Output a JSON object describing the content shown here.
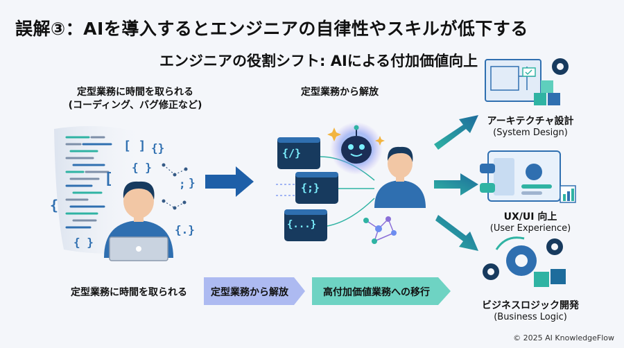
{
  "slide_title": "誤解③：AIを導入するとエンジニアの自律性やスキルが低下する",
  "diagram_title": "エンジニアの役割シフト: AIによる付加価値向上",
  "left_panel": {
    "caption_line1": "定型業務に時間を取られる",
    "caption_line2": "(コーディング、バグ修正など)",
    "code_glyphs": [
      "[ ]",
      "{}",
      "{ }",
      "[",
      ";",
      "}",
      "{",
      "{ }",
      "{.}"
    ]
  },
  "middle_panel": {
    "caption": "定型業務から解放",
    "window_glyphs": [
      "{/}",
      "{;}",
      "{...}"
    ]
  },
  "roles": [
    {
      "title": "アーキテクチャ設計",
      "subtitle": "(System Design)"
    },
    {
      "title": "UX/UI 向上",
      "subtitle": "(User Experience)"
    },
    {
      "title": "ビジネスロジック開発",
      "subtitle": "(Business Logic)"
    }
  ],
  "bottom_flow": {
    "step1": "定型業務に時間を取られる",
    "step2": "定型業務から解放",
    "step3": "高付加価値業務への移行"
  },
  "colors": {
    "accent_blue": "#2f6fb0",
    "accent_teal": "#2fb3a3",
    "dark_navy": "#173a5e"
  },
  "copyright": "© 2025 AI KnowledgeFlow"
}
